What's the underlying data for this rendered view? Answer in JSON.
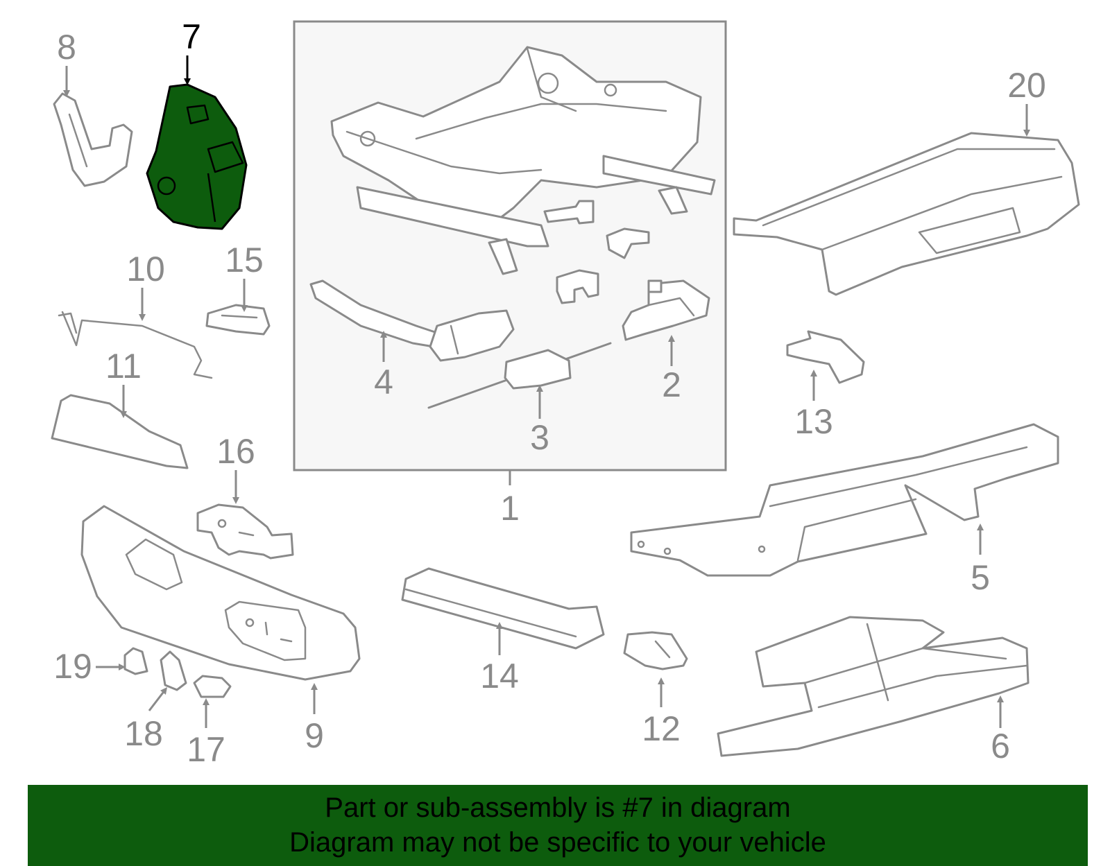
{
  "callouts": {
    "c1": "1",
    "c2": "2",
    "c3": "3",
    "c4": "4",
    "c5": "5",
    "c6": "6",
    "c7": "7",
    "c8": "8",
    "c9": "9",
    "c10": "10",
    "c11": "11",
    "c12": "12",
    "c13": "13",
    "c14": "14",
    "c15": "15",
    "c16": "16",
    "c17": "17",
    "c18": "18",
    "c19": "19",
    "c20": "20"
  },
  "highlighted_part": "7",
  "colors": {
    "highlight_fill": "#0d5c0d",
    "line_gray": "#8a8a8a",
    "inset_background": "#f7f7f7"
  },
  "banner": {
    "line1": "Part or sub-assembly is #7 in diagram",
    "line2": "Diagram may not be specific to your vehicle"
  }
}
